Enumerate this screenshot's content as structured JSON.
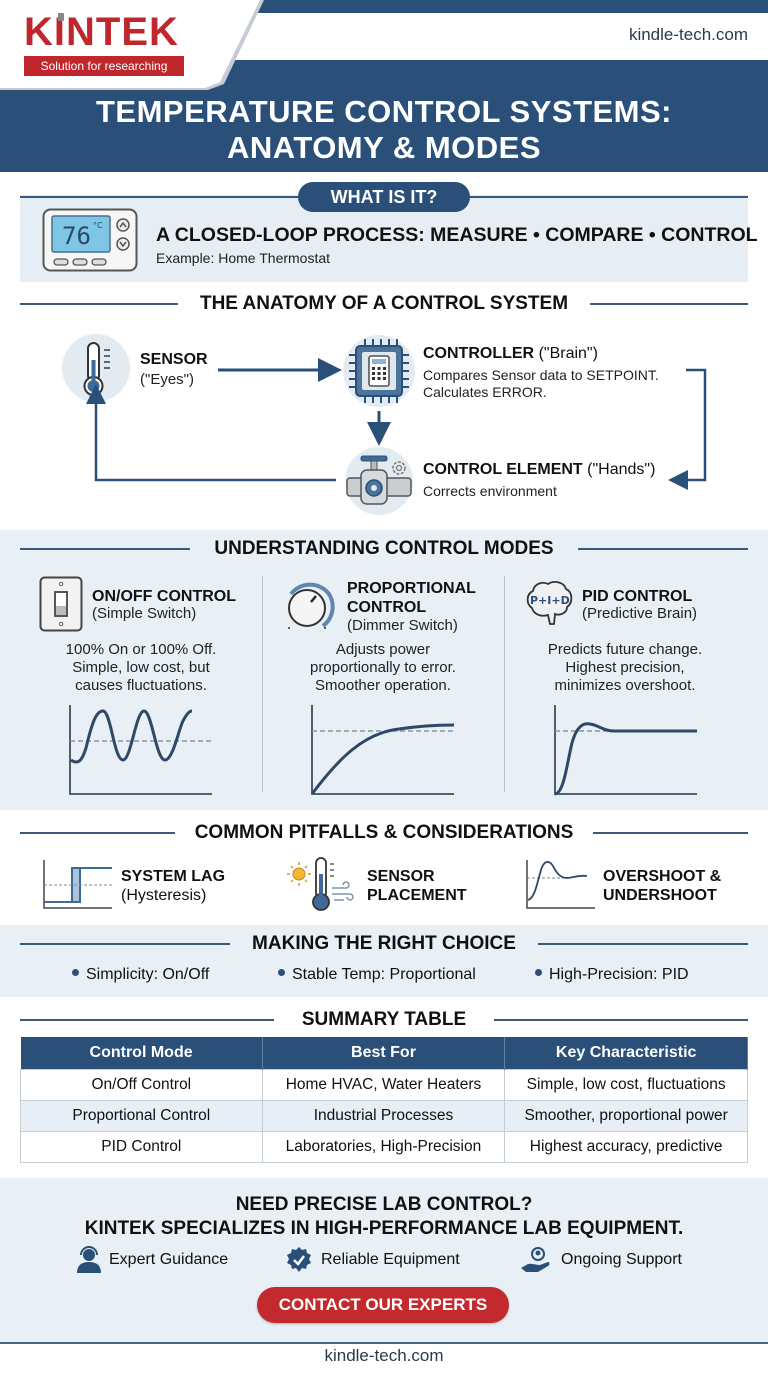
{
  "header": {
    "logo_text": "KINTEK",
    "logo_tagline": "Solution for researching",
    "site_url": "kindle-tech.com",
    "title_line1": "TEMPERATURE CONTROL SYSTEMS:",
    "title_line2": "ANATOMY & MODES"
  },
  "what_is_it": {
    "pill": "WHAT IS IT?",
    "thermostat_display": "76",
    "thermostat_unit": "°C",
    "headline": "A CLOSED-LOOP PROCESS: MEASURE • COMPARE • CONTROL",
    "example": "Example: Home Thermostat"
  },
  "anatomy": {
    "heading": "THE ANATOMY OF A CONTROL SYSTEM",
    "sensor": {
      "title": "SENSOR",
      "subtitle": "(\"Eyes\")",
      "icon": "thermometer-icon"
    },
    "controller": {
      "title": "CONTROLLER",
      "subtitle": "(\"Brain\")",
      "desc1": "Compares Sensor data to SETPOINT.",
      "desc2": "Calculates ERROR.",
      "icon": "chip-calculator-icon"
    },
    "control_element": {
      "title": "CONTROL ELEMENT",
      "subtitle": "(\"Hands\")",
      "desc": "Corrects environment",
      "icon": "valve-gear-icon"
    }
  },
  "modes": {
    "heading": "UNDERSTANDING CONTROL MODES",
    "items": [
      {
        "title": "ON/OFF CONTROL",
        "subtitle": "(Simple Switch)",
        "desc": [
          "100% On or 100% Off.",
          "Simple, low cost, but",
          "causes fluctuations."
        ],
        "icon": "light-switch-icon",
        "graph": "oscillation"
      },
      {
        "title_l1": "PROPORTIONAL",
        "title_l2": "CONTROL",
        "subtitle": "(Dimmer Switch)",
        "desc": [
          "Adjusts power",
          "proportionally to error.",
          "Smoother operation."
        ],
        "icon": "dimmer-knob-icon",
        "graph": "gradual-rise"
      },
      {
        "title": "PID CONTROL",
        "subtitle": "(Predictive Brain)",
        "brain_label": "P+I+D",
        "desc": [
          "Predicts future change.",
          "Highest precision,",
          "minimizes overshoot."
        ],
        "icon": "brain-icon",
        "graph": "fast-settle"
      }
    ]
  },
  "pitfalls": {
    "heading": "COMMON PITFALLS & CONSIDERATIONS",
    "items": [
      {
        "title": "SYSTEM LAG",
        "subtitle": "(Hysteresis)",
        "icon": "hysteresis-graph-icon"
      },
      {
        "title_l1": "SENSOR",
        "title_l2": "PLACEMENT",
        "icon": "thermometer-sun-wind-icon"
      },
      {
        "title_l1": "OVERSHOOT &",
        "title_l2": "UNDERSHOOT",
        "icon": "overshoot-graph-icon"
      }
    ]
  },
  "choice": {
    "heading": "MAKING THE RIGHT CHOICE",
    "bullets": [
      "Simplicity: On/Off",
      "Stable Temp: Proportional",
      "High-Precision: PID"
    ]
  },
  "summary_table": {
    "heading": "SUMMARY TABLE",
    "columns": [
      "Control Mode",
      "Best For",
      "Key Characteristic"
    ],
    "rows": [
      [
        "On/Off Control",
        "Home HVAC, Water Heaters",
        "Simple, low cost, fluctuations"
      ],
      [
        "Proportional Control",
        "Industrial Processes",
        "Smoother, proportional power"
      ],
      [
        "PID Control",
        "Laboratories, High-Precision",
        "Highest accuracy, predictive"
      ]
    ]
  },
  "cta": {
    "line1": "NEED PRECISE LAB CONTROL?",
    "line2": "KINTEK SPECIALIZES IN HIGH-PERFORMANCE LAB EQUIPMENT.",
    "features": [
      {
        "label": "Expert Guidance",
        "icon": "headset-person-icon"
      },
      {
        "label": "Reliable Equipment",
        "icon": "gear-check-icon"
      },
      {
        "label": "Ongoing Support",
        "icon": "hand-person-icon"
      }
    ],
    "button": "CONTACT OUR EXPERTS"
  },
  "footer": {
    "site_url": "kindle-tech.com"
  },
  "colors": {
    "navy": "#2a5079",
    "brand_red": "#c0272d",
    "light_band": "#e8eff5"
  }
}
